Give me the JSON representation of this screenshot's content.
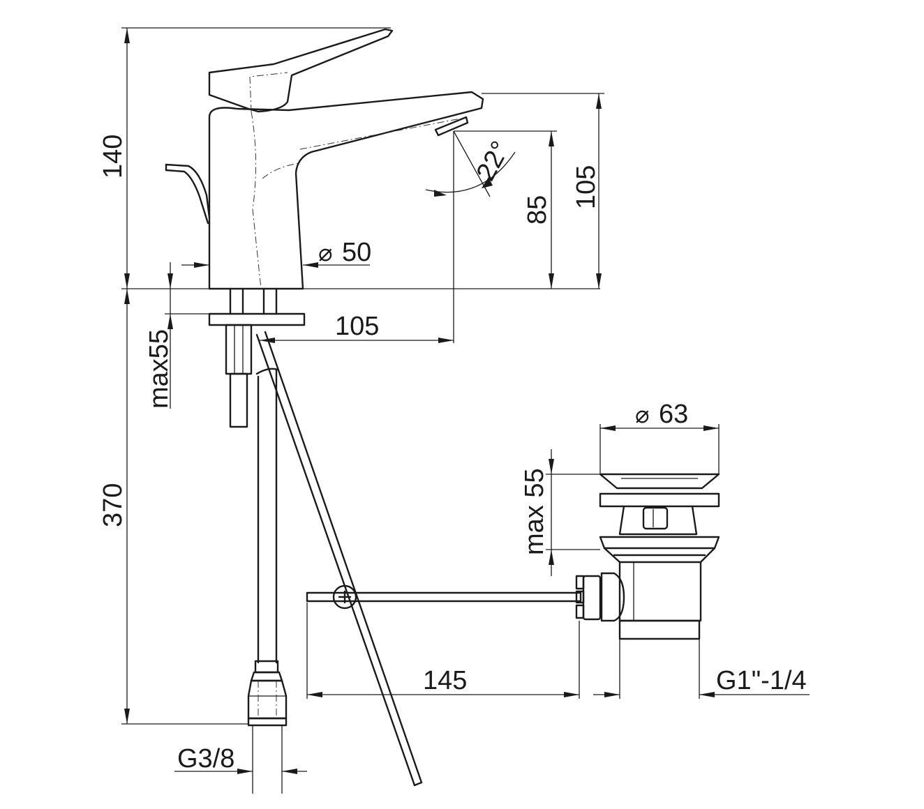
{
  "dimensions": {
    "overall_height": "140",
    "spout_height": "105",
    "outlet_height": "85",
    "spray_angle": "22°",
    "body_diameter": "50",
    "spout_reach": "105",
    "mount_thickness_tap": "max55",
    "hose_length": "370",
    "hose_thread": "G3/8",
    "waste_diameter": "63",
    "mount_thickness_waste": "max 55",
    "rod_length": "145",
    "waste_thread": "G1\"-1/4"
  },
  "symbols": {
    "diameter": "⌀"
  }
}
